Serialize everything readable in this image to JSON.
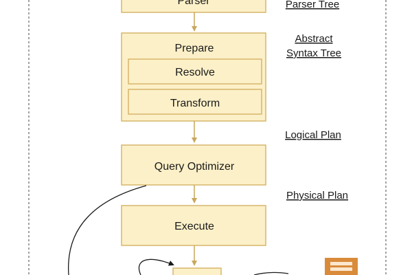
{
  "nodes": {
    "parser": "Parser",
    "prepare": "Prepare",
    "resolve": "Resolve",
    "transform": "Transform",
    "query_optimizer": "Query Optimizer",
    "execute": "Execute"
  },
  "side_labels": {
    "parser_tree": "Parser Tree",
    "ast_line1": "Abstract",
    "ast_line2": "Syntax Tree",
    "logical_plan": "Logical Plan",
    "physical_plan": "Physical Plan"
  },
  "colors": {
    "box_fill": "#fcf0c8",
    "box_stroke": "#d6b66a",
    "arrow": "#c9a75b",
    "icon": "#d98b3a"
  }
}
